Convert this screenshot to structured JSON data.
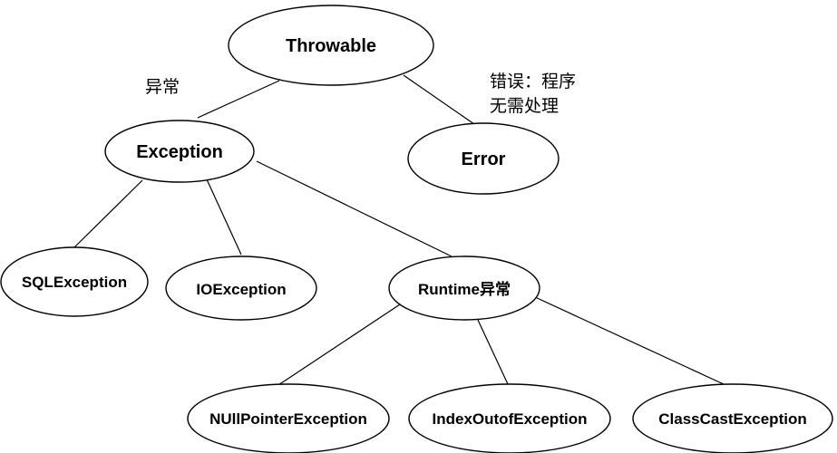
{
  "diagram": {
    "nodes": {
      "throwable": {
        "label": "Throwable"
      },
      "exception": {
        "label": "Exception"
      },
      "error": {
        "label": "Error"
      },
      "sql_exception": {
        "label": "SQLException"
      },
      "io_exception": {
        "label": "IOException"
      },
      "runtime": {
        "label": "Runtime异常"
      },
      "null_pointer": {
        "label": "NUllPointerException"
      },
      "index_out_of": {
        "label": "IndexOutofException"
      },
      "class_cast": {
        "label": "ClassCastException"
      }
    },
    "edges": [
      {
        "from": "throwable",
        "to": "exception"
      },
      {
        "from": "throwable",
        "to": "error"
      },
      {
        "from": "exception",
        "to": "sql_exception"
      },
      {
        "from": "exception",
        "to": "io_exception"
      },
      {
        "from": "exception",
        "to": "runtime"
      },
      {
        "from": "runtime",
        "to": "null_pointer"
      },
      {
        "from": "runtime",
        "to": "index_out_of"
      },
      {
        "from": "runtime",
        "to": "class_cast"
      }
    ],
    "annotations": {
      "exception_note": "异常",
      "error_note_line1": "错误：程序",
      "error_note_line2": "无需处理"
    }
  }
}
